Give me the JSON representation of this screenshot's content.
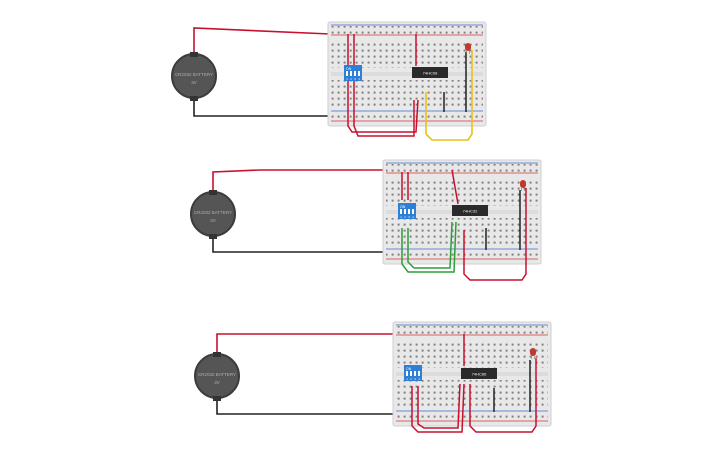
{
  "colors": {
    "background": "#ffffff",
    "breadboard": "#e8e8e8",
    "breadboard_edge": "#cfcfcf",
    "hole": "#7a7a7a",
    "rail_red": "#d33a3a",
    "rail_blue": "#3a6fd3",
    "wire_red": "#c8102e",
    "wire_black": "#222222",
    "wire_yellow": "#e8c21a",
    "wire_green": "#2e9e3a",
    "battery_body": "#5a5a5a",
    "battery_rim": "#3c3c3c",
    "battery_text": "#b0b0b0",
    "ic_body": "#2a2a2a",
    "ic_text": "#f0f0f0",
    "dip_body": "#2f7fd6",
    "led_red": "#c0392b"
  },
  "circuits": [
    {
      "battery_label": "CR2032 BATTERY",
      "battery_voltage": "3V",
      "ic_label": "74HC08",
      "dip_label": "ON",
      "dip_numbers": [
        "1",
        "2",
        "3",
        "4"
      ],
      "bottom_wire_color": "yellow"
    },
    {
      "battery_label": "CR2032 BATTERY",
      "battery_voltage": "3V",
      "ic_label": "74HC32",
      "dip_label": "ON",
      "dip_numbers": [
        "1",
        "2",
        "3",
        "4"
      ],
      "bottom_wire_color": "green"
    },
    {
      "battery_label": "CR2032 BATTERY",
      "battery_voltage": "3V",
      "ic_label": "74HC86",
      "dip_label": "ON",
      "dip_numbers": [
        "1",
        "2",
        "3",
        "4"
      ],
      "bottom_wire_color": "red"
    }
  ]
}
